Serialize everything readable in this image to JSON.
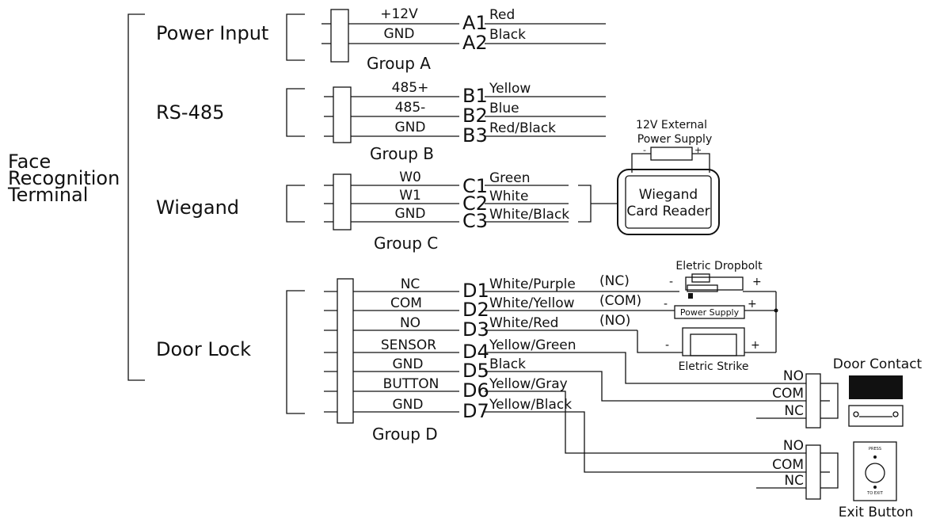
{
  "terminal": {
    "line1": "Face",
    "line2": "Recognition",
    "line3": "Terminal"
  },
  "groups": [
    {
      "label": "Power Input",
      "group_name": "Group A",
      "pins": [
        {
          "name": "+12V",
          "id": "A1",
          "wire": "Red"
        },
        {
          "name": "GND",
          "id": "A2",
          "wire": "Black"
        }
      ]
    },
    {
      "label": "RS-485",
      "group_name": "Group B",
      "pins": [
        {
          "name": "485+",
          "id": "B1",
          "wire": "Yellow"
        },
        {
          "name": "485-",
          "id": "B2",
          "wire": "Blue"
        },
        {
          "name": "GND",
          "id": "B3",
          "wire": "Red/Black"
        }
      ]
    },
    {
      "label": "Wiegand",
      "group_name": "Group C",
      "pins": [
        {
          "name": "W0",
          "id": "C1",
          "wire": "Green"
        },
        {
          "name": "W1",
          "id": "C2",
          "wire": "White"
        },
        {
          "name": "GND",
          "id": "C3",
          "wire": "White/Black"
        }
      ]
    },
    {
      "label": "Door Lock",
      "group_name": "Group D",
      "pins": [
        {
          "name": "NC",
          "id": "D1",
          "wire": "White/Purple"
        },
        {
          "name": "COM",
          "id": "D2",
          "wire": "White/Yellow"
        },
        {
          "name": "NO",
          "id": "D3",
          "wire": "White/Red"
        },
        {
          "name": "SENSOR",
          "id": "D4",
          "wire": "Yellow/Green"
        },
        {
          "name": "GND",
          "id": "D5",
          "wire": "Black"
        },
        {
          "name": "BUTTON",
          "id": "D6",
          "wire": "Yellow/Gray"
        },
        {
          "name": "GND",
          "id": "D7",
          "wire": "Yellow/Black"
        }
      ]
    }
  ],
  "lock_tags": {
    "nc": "(NC)",
    "com": "(COM)",
    "no": "(NO)"
  },
  "external_power": {
    "line1": "12V External",
    "line2": "Power Supply"
  },
  "card_reader": {
    "line1": "Wiegand",
    "line2": "Card Reader"
  },
  "dropbolt": {
    "title": "Eletric Dropbolt"
  },
  "power_supply": {
    "label": "Power Supply"
  },
  "strike": {
    "title": "Eletric Strike"
  },
  "polarity": {
    "minus": "-",
    "plus": "+"
  },
  "door_contact": {
    "title": "Door Contact",
    "terminals": [
      "NO",
      "COM",
      "NC"
    ]
  },
  "exit_button": {
    "title": "Exit Button",
    "top_text": "PRESS",
    "bottom_text": "TO EXIT",
    "terminals": [
      "NO",
      "COM",
      "NC"
    ]
  }
}
